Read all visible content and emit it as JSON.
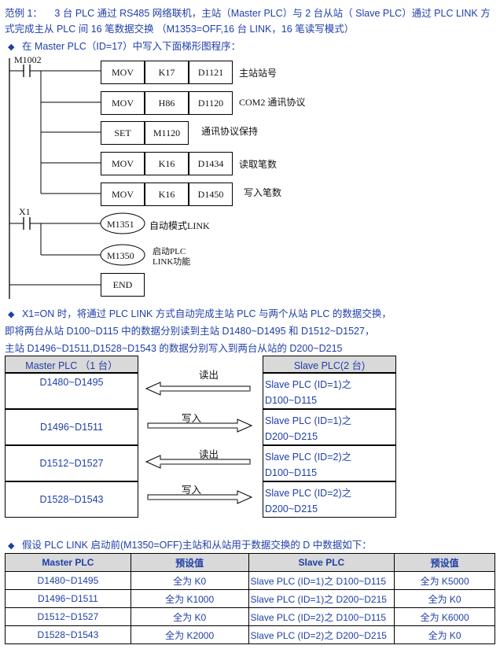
{
  "intro": {
    "line1_prefix": "范例 1：",
    "line1_rest": "3 台 PLC 通过 RS485 网络联机，主站（Master PLC）与 2 台从站（ Slave PLC）通过 PLC LINK 方",
    "line2": "式完成主从 PLC 间 16 笔数据交换 （M1353=OFF,16 台 LINK，16 笔读写模式）"
  },
  "ladder_heading": "在 Master PLC（ID=17）中写入下面梯形图程序：",
  "ladder": {
    "contact1": "M1002",
    "contact2": "X1",
    "rows": [
      {
        "op": "MOV",
        "a": "K17",
        "b": "D1121",
        "comment": "主站站号"
      },
      {
        "op": "MOV",
        "a": "H86",
        "b": "D1120",
        "comment": "COM2 通讯协议"
      },
      {
        "op": "SET",
        "a": "M1120",
        "comment": "通讯协议保持"
      },
      {
        "op": "MOV",
        "a": "K16",
        "b": "D1434",
        "comment": "读取笔数"
      },
      {
        "op": "MOV",
        "a": "K16",
        "b": "D1450",
        "comment": "写入笔数"
      }
    ],
    "coils": [
      {
        "name": "M1351",
        "comment": "自动模式LINK"
      },
      {
        "name": "M1350",
        "comment1": "启动PLC",
        "comment2": "LINK功能"
      }
    ],
    "end": "END"
  },
  "desc": {
    "line1": "X1=ON 时，将通过 PLC LINK 方式自动完成主站 PLC 与两个从站 PLC 的数据交换，",
    "line2": "即将两台从站 D100~D115 中的数据分别读到主站 D1480~D1495 和 D1512~D1527，",
    "line3": "主站 D1496~D1511,D1528~D1543 的数据分别写入到两台从站的 D200~D215"
  },
  "transfer": {
    "master_header": "Master PLC （1 台）",
    "slave_header": "Slave PLC(2 台)",
    "rows": [
      {
        "master": "D1480~D1495",
        "dir": "读出",
        "slave1": "Slave PLC (ID=1)之",
        "slave2": "D100~D115"
      },
      {
        "master": "D1496~D1511",
        "dir": "写入",
        "slave1": "Slave PLC (ID=1)之",
        "slave2": "D200~D215"
      },
      {
        "master": "D1512~D1527",
        "dir": "读出",
        "slave1": "Slave PLC (ID=2)之",
        "slave2": "D100~D115"
      },
      {
        "master": "D1528~D1543",
        "dir": "写入",
        "slave1": "Slave PLC (ID=2)之",
        "slave2": "D200~D215"
      }
    ]
  },
  "preset_heading": "假设 PLC LINK 启动前(M1350=OFF)主站和从站用于数据交换的 D 中数据如下：",
  "preset_table": {
    "headers": [
      "Master PLC",
      "预设值",
      "Slave PLC",
      "预设值"
    ],
    "rows": [
      [
        "D1480~D1495",
        "全为 K0",
        "Slave PLC (ID=1)之 D100~D115",
        "全为 K5000"
      ],
      [
        "D1496~D1511",
        "全为 K1000",
        "Slave PLC (ID=1)之 D200~D215",
        "全为 K0"
      ],
      [
        "D1512~D1527",
        "全为 K0",
        "Slave PLC (ID=2)之 D100~D115",
        "全为 K6000"
      ],
      [
        "D1528~D1543",
        "全为 K2000",
        "Slave PLC (ID=2)之 D200~D215",
        "全为 K0"
      ]
    ]
  },
  "colors": {
    "text_blue": "#1F3FA8",
    "header_gray": "#D9D9D9",
    "bullet_blue": "#1F3FA8"
  }
}
